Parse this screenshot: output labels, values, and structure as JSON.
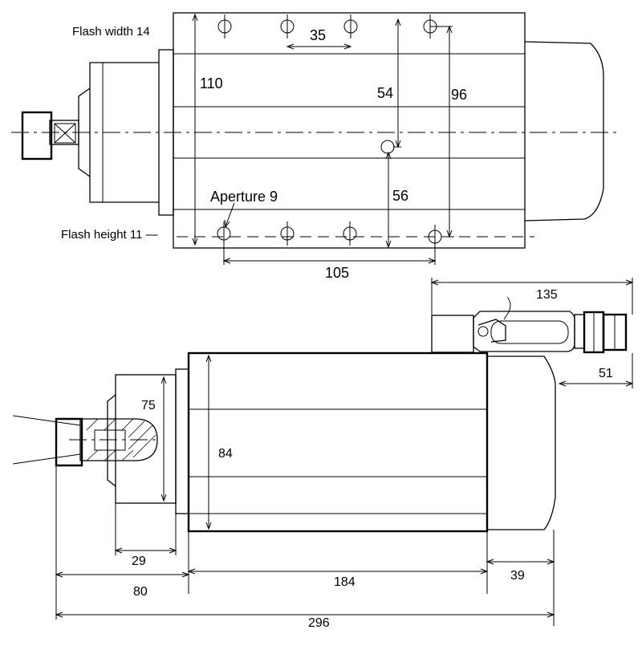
{
  "top_view": {
    "flash_width_label": "Flash width 14",
    "flash_height_label": "Flash height 11 —",
    "aperture_label": "Aperture 9",
    "dims": {
      "hole_pitch": "35",
      "height_110": "110",
      "offset_54": "54",
      "span_96": "96",
      "offset_56": "56",
      "hole_span_105": "105"
    }
  },
  "side_view": {
    "dims": {
      "connector_length": "135",
      "connector_offset": "51",
      "flange_diameter": "75",
      "body_height": "84",
      "flange_length": "29",
      "front_length": "80",
      "body_length": "184",
      "rear_cap": "39",
      "overall_length": "296"
    }
  }
}
